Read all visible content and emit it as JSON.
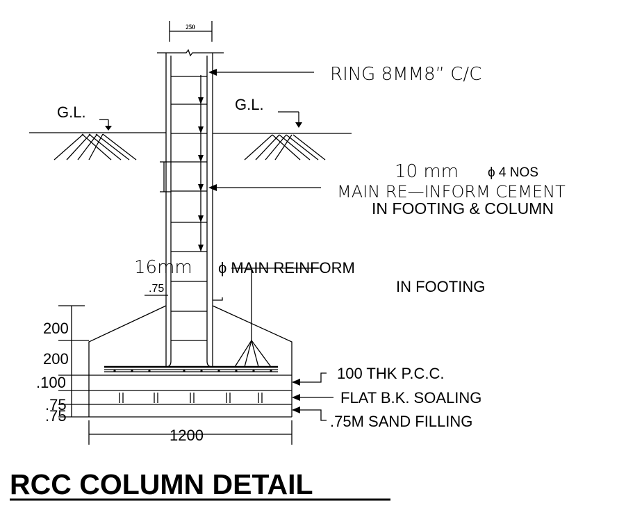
{
  "drawing": {
    "title": "RCC COLUMN DETAIL",
    "column_width": "250",
    "ring_label": "RING 8MM8” C/C",
    "gl_left": "G.L.",
    "gl_right": "G.L.",
    "main_bar_line1_a": "10  mm",
    "main_bar_line1_b": "ϕ 4 NOS",
    "main_bar_line2": "MAIN  RE—INFORM  CEMENT",
    "main_bar_line3": "IN FOOTING & COLUMN",
    "footing_bar_a": "16mm",
    "footing_bar_b": "ϕ MAIN REINFORM",
    "footing_bar_line2": "IN FOOTING",
    "cover_75": ".75",
    "dim_200_top": "200",
    "dim_200_bottom": "200",
    "dim_100": ".100",
    "dim_75_a": ".75",
    "dim_75_b": ".75",
    "footing_width": "1200",
    "pcc_label": "100 THK P.C.C.",
    "soling_label": "FLAT B.K. SOALING",
    "sand_label": ".75M  SAND FILLING"
  }
}
